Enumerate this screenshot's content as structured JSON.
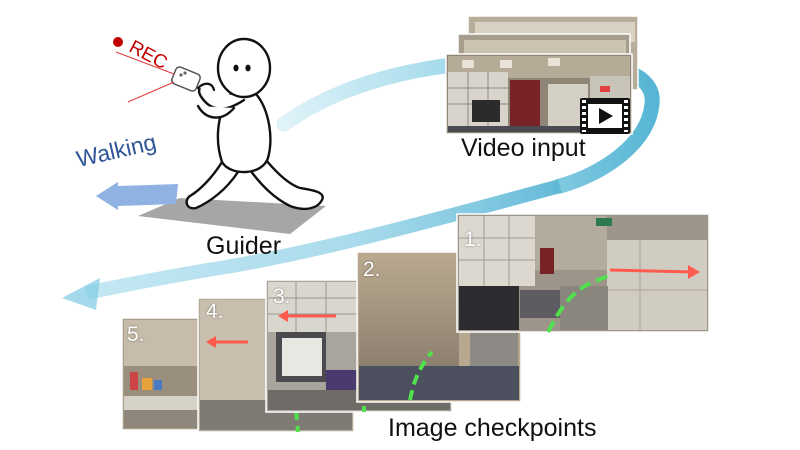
{
  "labels": {
    "rec": "REC",
    "walking": "Walking",
    "guider": "Guider",
    "video_input": "Video input",
    "image_checkpoints": "Image checkpoints"
  },
  "checkpoints": [
    {
      "number": "1."
    },
    {
      "number": "2."
    },
    {
      "number": "3."
    },
    {
      "number": "4."
    },
    {
      "number": "5."
    }
  ],
  "colors": {
    "rec_dot": "#c00000",
    "walking_text": "#2f5597",
    "walking_arrow": "#8fb2e3",
    "flow_arrow": "#6ec6e0",
    "route_green": "#52e04d",
    "direction_red": "#ff5a4e",
    "floor_shadow": "#a6a6a6"
  },
  "icons": {
    "video": "play-icon",
    "person": "stick-figure-icon",
    "phone": "smartphone-icon"
  }
}
